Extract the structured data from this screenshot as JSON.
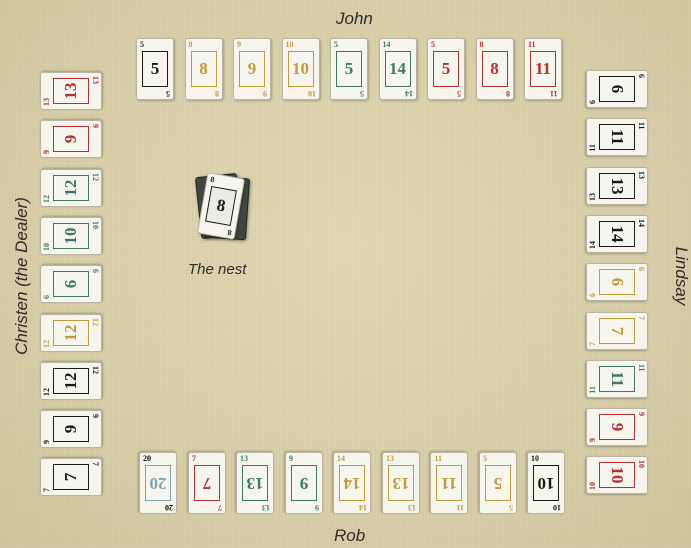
{
  "players": {
    "top": "John",
    "bottom": "Rob",
    "left": "Christen (the Dealer)",
    "right": "Lindsay"
  },
  "nest": {
    "label": "The nest",
    "top_card": "8",
    "top_card_color": "black"
  },
  "hands": {
    "john": [
      {
        "rank": "5",
        "color": "black"
      },
      {
        "rank": "8",
        "color": "yellow"
      },
      {
        "rank": "9",
        "color": "yellow"
      },
      {
        "rank": "10",
        "color": "yellow"
      },
      {
        "rank": "5",
        "color": "green"
      },
      {
        "rank": "14",
        "color": "green"
      },
      {
        "rank": "5",
        "color": "red"
      },
      {
        "rank": "8",
        "color": "red"
      },
      {
        "rank": "11",
        "color": "red"
      }
    ],
    "rob": [
      {
        "rank": "20",
        "color": "bird"
      },
      {
        "rank": "7",
        "color": "red"
      },
      {
        "rank": "13",
        "color": "green"
      },
      {
        "rank": "9",
        "color": "green"
      },
      {
        "rank": "14",
        "color": "yellow"
      },
      {
        "rank": "13",
        "color": "yellow"
      },
      {
        "rank": "11",
        "color": "yellow"
      },
      {
        "rank": "5",
        "color": "yellow"
      },
      {
        "rank": "10",
        "color": "black"
      }
    ],
    "christen": [
      {
        "rank": "13",
        "color": "red"
      },
      {
        "rank": "9",
        "color": "red"
      },
      {
        "rank": "12",
        "color": "green"
      },
      {
        "rank": "10",
        "color": "green"
      },
      {
        "rank": "6",
        "color": "green"
      },
      {
        "rank": "12",
        "color": "yellow"
      },
      {
        "rank": "12",
        "color": "black"
      },
      {
        "rank": "9",
        "color": "black"
      },
      {
        "rank": "7",
        "color": "black"
      }
    ],
    "lindsay": [
      {
        "rank": "6",
        "color": "black"
      },
      {
        "rank": "11",
        "color": "black"
      },
      {
        "rank": "13",
        "color": "black"
      },
      {
        "rank": "14",
        "color": "black"
      },
      {
        "rank": "6",
        "color": "yellow"
      },
      {
        "rank": "7",
        "color": "yellow"
      },
      {
        "rank": "11",
        "color": "green"
      },
      {
        "rank": "9",
        "color": "red"
      },
      {
        "rank": "10",
        "color": "red"
      }
    ]
  },
  "colors": {
    "black": "#1a1a1a",
    "red": "#b5302e",
    "green": "#3c7b62",
    "yellow": "#c59a3a",
    "bird": "#7aa7b0",
    "table": "#dcd3ae"
  }
}
